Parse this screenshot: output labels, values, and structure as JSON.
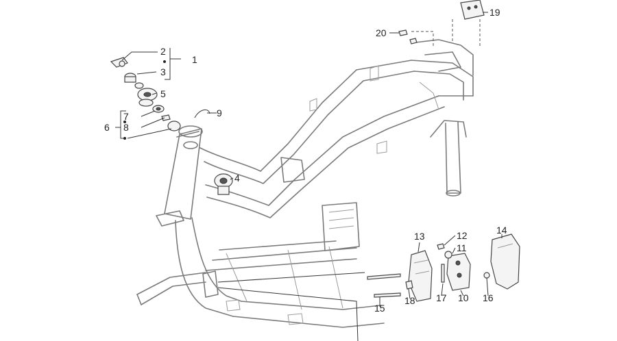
{
  "callouts": {
    "c1": "1",
    "c2": "2",
    "c3": "3",
    "c4": "4",
    "c5": "5",
    "c6": "6",
    "c7": "7",
    "c8": "8",
    "c9": "9",
    "c10": "10",
    "c11": "11",
    "c12": "12",
    "c13": "13",
    "c14": "14",
    "c15": "15",
    "c16": "16",
    "c17": "17",
    "c18": "18",
    "c19": "19",
    "c20": "20"
  },
  "colors": {
    "frame": "#7a7a7a",
    "ink": "#222222",
    "background": "#ffffff"
  }
}
